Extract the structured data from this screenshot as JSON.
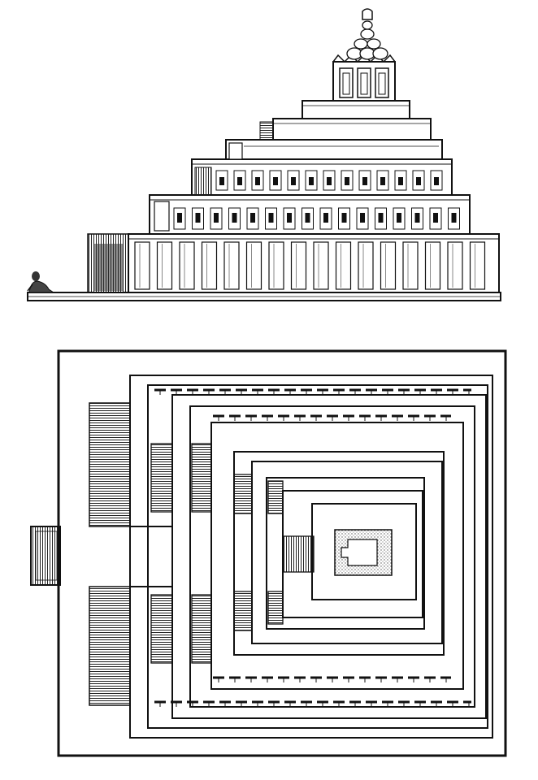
{
  "figure": {
    "elevation": {
      "tiers": 6,
      "shrine_doors": 3
    },
    "plan": {
      "terraces": 6,
      "has_ramp": true,
      "has_inner_sanctuary": true
    }
  },
  "colors": {
    "ink": "#111111",
    "paper": "#ffffff",
    "hatch": "#222222",
    "stipple": "#9a9a9a"
  }
}
